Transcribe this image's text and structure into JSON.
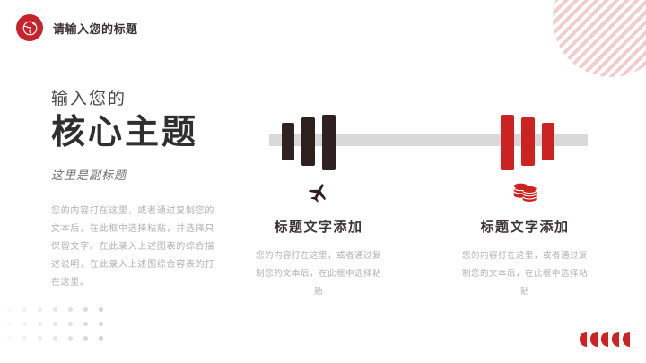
{
  "theme": {
    "brand_red": "#cc2222",
    "logo_red": "#c7232a",
    "dark": "#2e211f",
    "bar_gray": "#d9d9d9",
    "muted_text": "#b0b0b0",
    "stripe_pink": "#eec4c4"
  },
  "header": {
    "logo_icon": "globe-icon",
    "title": "请输入您的标题"
  },
  "left": {
    "kicker": "输入您的",
    "headline": "核心主题",
    "subhead": "这里是副标题",
    "paragraph": "您的内容打在这里，或者通过复制您的文本后，在此框中选择粘贴，并选择只保留文字。在此录入上述图表的综合描述说明，在此录入上述图综合容表的打在这里。"
  },
  "graphic": {
    "name": "barbell-illustration",
    "left_plates": [
      {
        "height": 42,
        "color": "#2e211f"
      },
      {
        "height": 54,
        "color": "#2e211f"
      },
      {
        "height": 62,
        "color": "#2e211f"
      }
    ],
    "right_plates": [
      {
        "height": 62,
        "color": "#cc2222"
      },
      {
        "height": 54,
        "color": "#cc2222"
      },
      {
        "height": 42,
        "color": "#cc2222"
      }
    ],
    "bar_color": "#d9d9d9"
  },
  "features": [
    {
      "icon": "airplane-icon",
      "icon_color": "#2e211f",
      "title": "标题文字添加",
      "desc": "您的内容打在这里，或者通过复制您的文本后，在此框中选择粘贴"
    },
    {
      "icon": "coins-stack-icon",
      "icon_color": "#cc2222",
      "title": "标题文字添加",
      "desc": "您的内容打在这里，或者通过复制您的文本后，在此框中选择粘贴"
    }
  ],
  "decorations": {
    "striped_circle": "striped-circle-decoration",
    "dot_grid": "dot-grid-decoration",
    "half_discs": "half-disc-decoration",
    "half_disc_count": 5,
    "dot_columns": 7,
    "dot_rows": 3
  }
}
